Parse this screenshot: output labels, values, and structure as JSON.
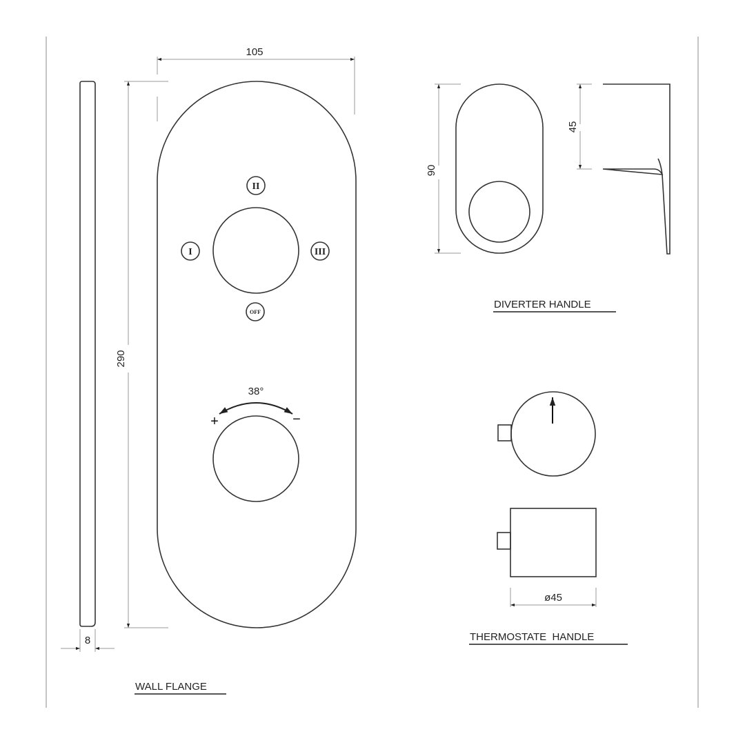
{
  "drawing": {
    "wall_flange": {
      "title": "WALL FLANGE",
      "width_dim": "105",
      "height_dim": "290",
      "thickness_dim": "8",
      "positions": {
        "top": "II",
        "left": "I",
        "right": "III",
        "bottom": "OFF"
      },
      "rotation_angle": "38°",
      "plus_sign": "+",
      "minus_sign": "−"
    },
    "diverter_handle": {
      "title": "DIVERTER HANDLE",
      "height_dim": "90",
      "depth_dim": "45"
    },
    "thermostate_handle": {
      "title": "THERMOSTATE  HANDLE",
      "diameter_dim": "ø45"
    },
    "colors": {
      "line": "#333333",
      "dimension_line": "#9a9a9a",
      "border": "#c4c4c4",
      "background": "#ffffff"
    }
  }
}
